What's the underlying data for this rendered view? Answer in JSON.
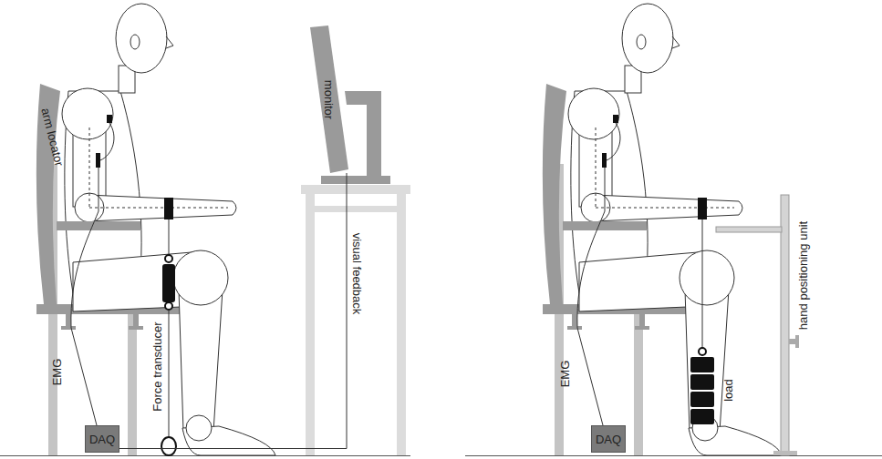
{
  "diagram": {
    "nodes": [
      {
        "text": [
          "monitor"
        ]
      },
      {
        "text": [
          "DAQ"
        ]
      },
      {
        "text": [
          "DAQ"
        ]
      }
    ],
    "edges": [
      {
        "from": 1,
        "to": 0,
        "arrow": "none",
        "label": "visual feedback"
      }
    ],
    "labels": [
      "arm locator",
      "EMG",
      "Force transducer",
      "EMG",
      "load",
      "hand positioning unit"
    ]
  }
}
